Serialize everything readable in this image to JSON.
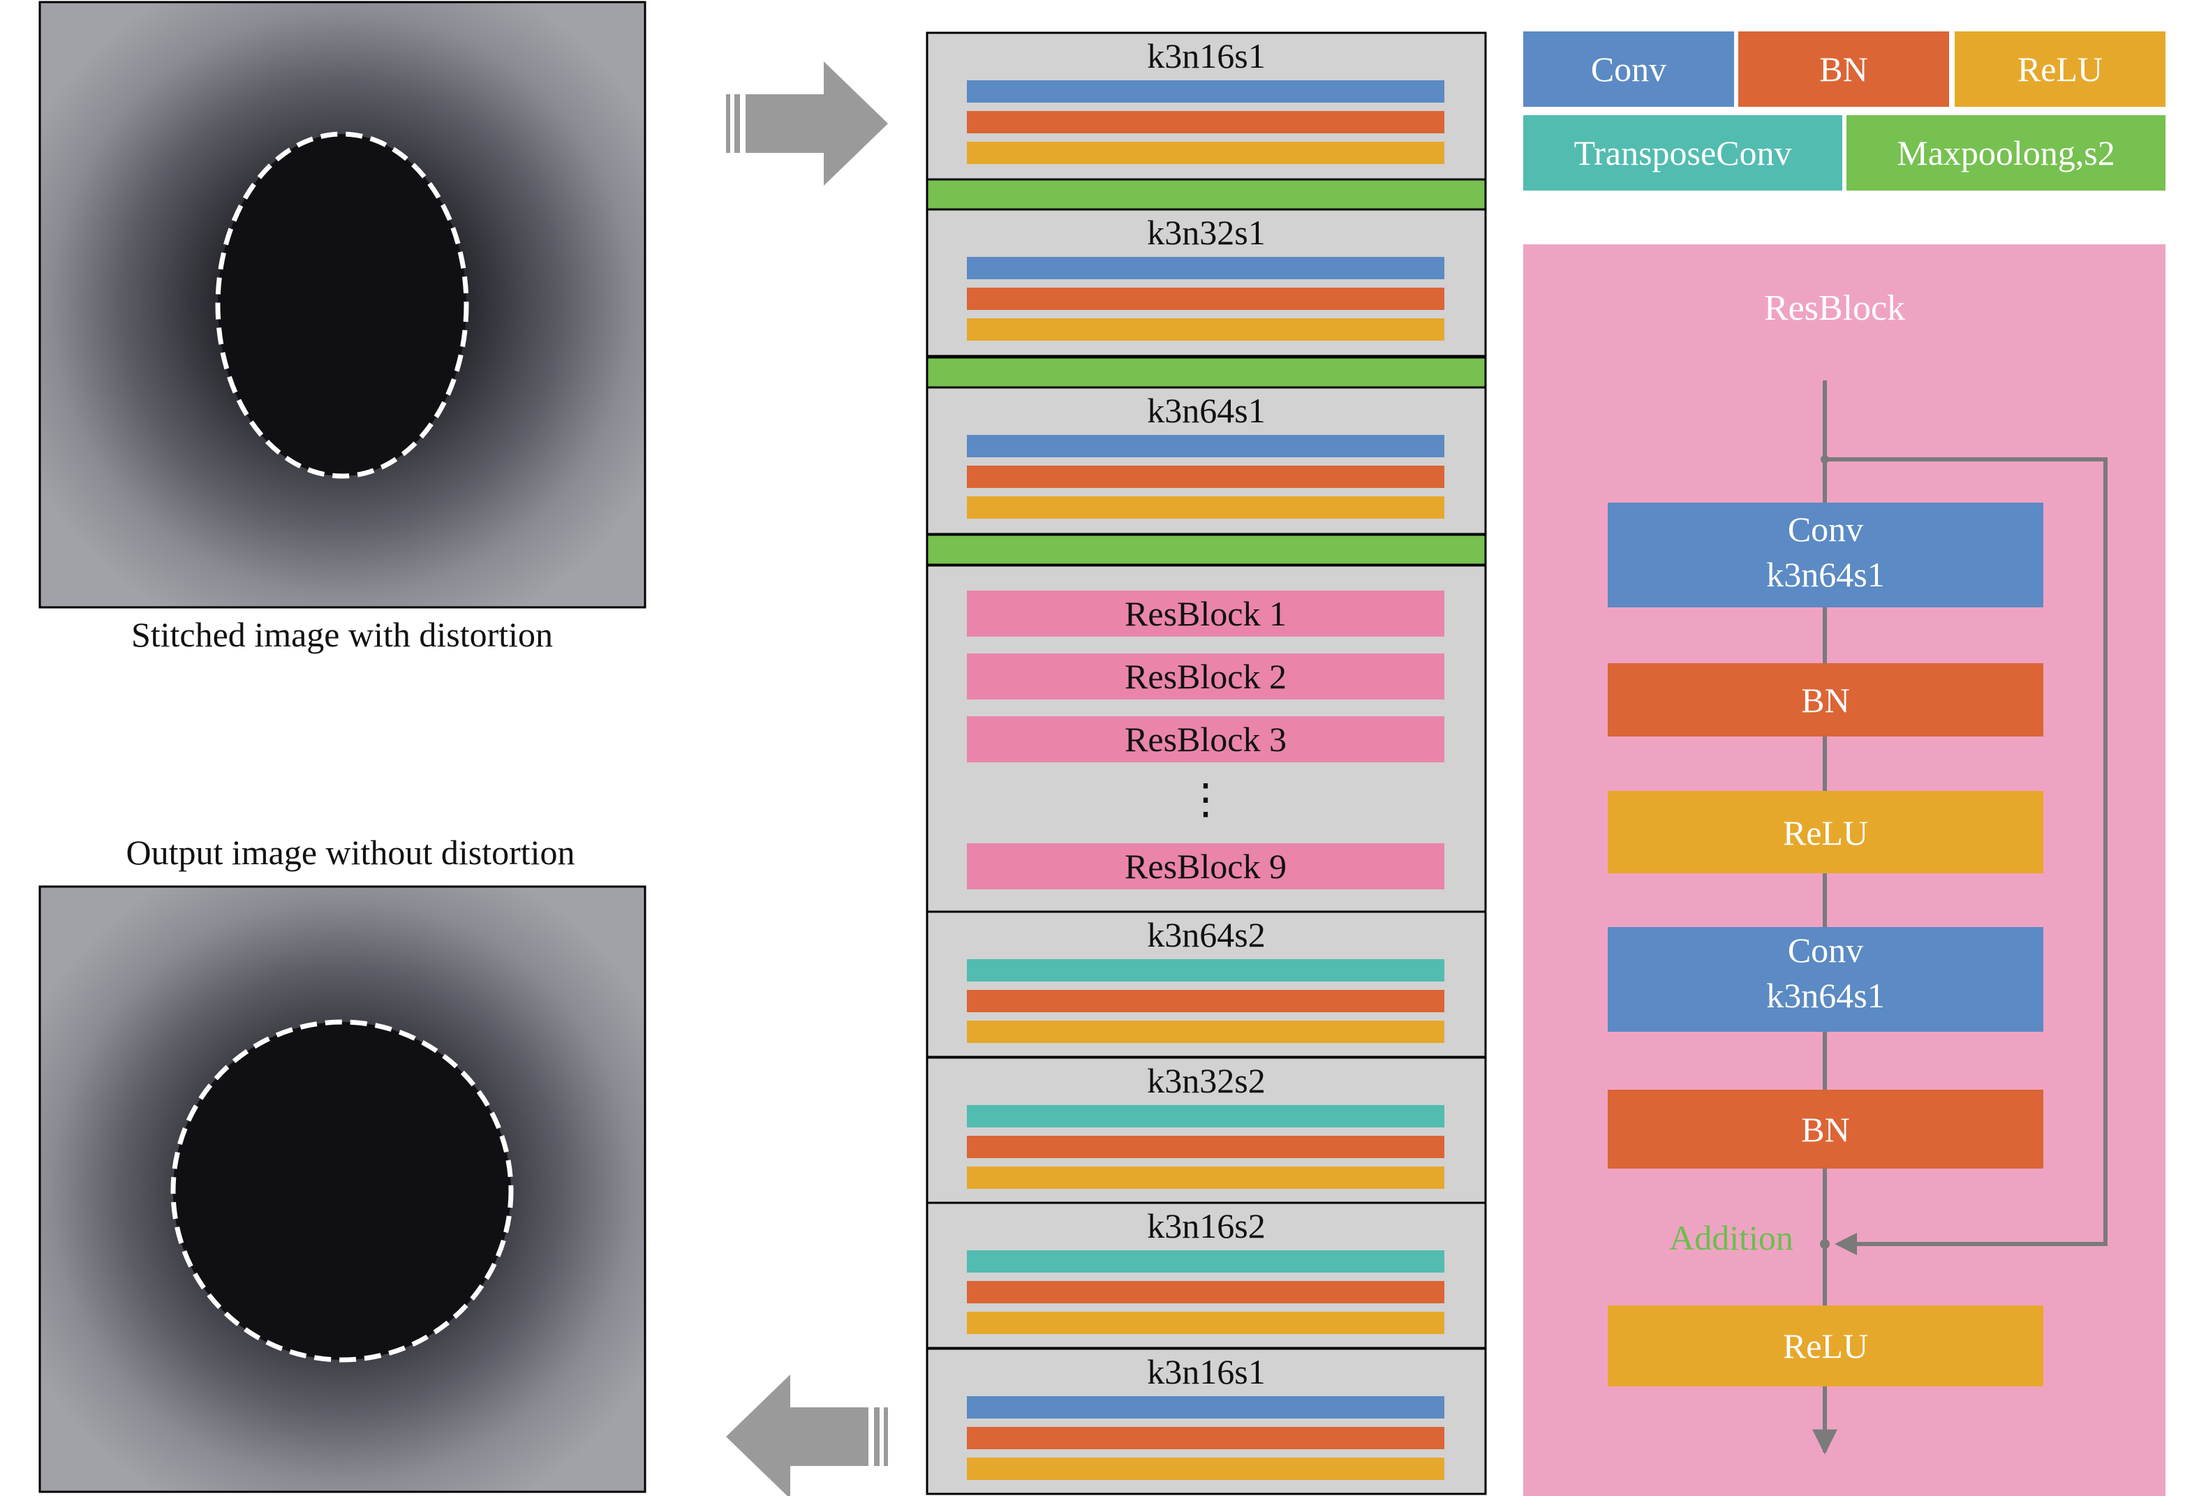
{
  "colors": {
    "conv": "#5b8ac4",
    "bn": "#db6535",
    "relu": "#e6a82b",
    "transpose_conv": "#52bcb0",
    "maxpool": "#76c150",
    "resblock_item": "#ea84ab",
    "resblock_panel": "#efa3c3",
    "block_bg": "#d2d2d2",
    "arrow": "#9a9a9a",
    "addition_text": "#6abf4b",
    "panel_title": "#ffffff"
  },
  "images": {
    "input_caption": "Stitched image with distortion",
    "output_caption": "Output image without distortion"
  },
  "legend": [
    {
      "label": "Conv",
      "color_key": "conv"
    },
    {
      "label": "BN",
      "color_key": "bn"
    },
    {
      "label": "ReLU",
      "color_key": "relu"
    },
    {
      "label": "TransposeConv",
      "color_key": "transpose_conv"
    },
    {
      "label": "Maxpoolong,s2",
      "color_key": "maxpool"
    }
  ],
  "network": {
    "encoder_blocks": [
      {
        "label": "k3n16s1",
        "layers": [
          "conv",
          "bn",
          "relu"
        ]
      },
      {
        "label": "k3n32s1",
        "layers": [
          "conv",
          "bn",
          "relu"
        ]
      },
      {
        "label": "k3n64s1",
        "layers": [
          "conv",
          "bn",
          "relu"
        ]
      }
    ],
    "resblocks": [
      "ResBlock 1",
      "ResBlock 2",
      "ResBlock 3",
      "ResBlock 9"
    ],
    "resblock_ellipsis": "⋮",
    "decoder_blocks": [
      {
        "label": "k3n64s2",
        "layers": [
          "transpose_conv",
          "bn",
          "relu"
        ]
      },
      {
        "label": "k3n32s2",
        "layers": [
          "transpose_conv",
          "bn",
          "relu"
        ]
      },
      {
        "label": "k3n16s2",
        "layers": [
          "transpose_conv",
          "bn",
          "relu"
        ]
      },
      {
        "label": "k3n16s1",
        "layers": [
          "conv",
          "bn",
          "relu"
        ]
      }
    ]
  },
  "resblock_detail": {
    "title": "ResBlock",
    "conv1": {
      "line1": "Conv",
      "line2": "k3n64s1"
    },
    "bn1": "BN",
    "relu1": "ReLU",
    "conv2": {
      "line1": "Conv",
      "line2": "k3n64s1"
    },
    "bn2": "BN",
    "addition": "Addition",
    "relu2": "ReLU"
  }
}
